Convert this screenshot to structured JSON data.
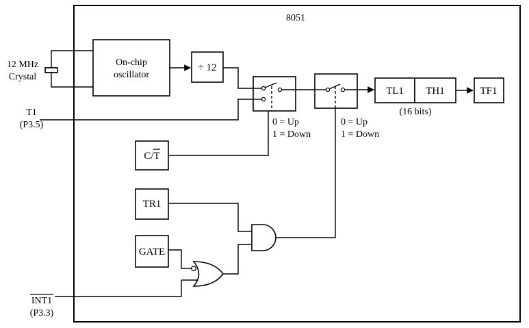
{
  "chip": {
    "title": "8051"
  },
  "crystal": {
    "line1": "12 MHz",
    "line2": "Crystal"
  },
  "oscillator": {
    "line1": "On-chip",
    "line2": "oscillator"
  },
  "divider": {
    "label": "÷ 12"
  },
  "t1_input": {
    "name": "T1",
    "pin": "(P3.5)"
  },
  "switch1": {
    "up": "0 = Up",
    "down": "1 = Down"
  },
  "switch2": {
    "up": "0 = Up",
    "down": "1 = Down"
  },
  "counter": {
    "low": "TL1",
    "high": "TH1",
    "size": "(16 bits)"
  },
  "flag": {
    "label": "TF1"
  },
  "ct_box": {
    "label": "C/T"
  },
  "tr1_box": {
    "label": "TR1"
  },
  "gate_box": {
    "label": "GATE"
  },
  "int1_input": {
    "name": "INT1",
    "pin": "(P3.3)"
  }
}
